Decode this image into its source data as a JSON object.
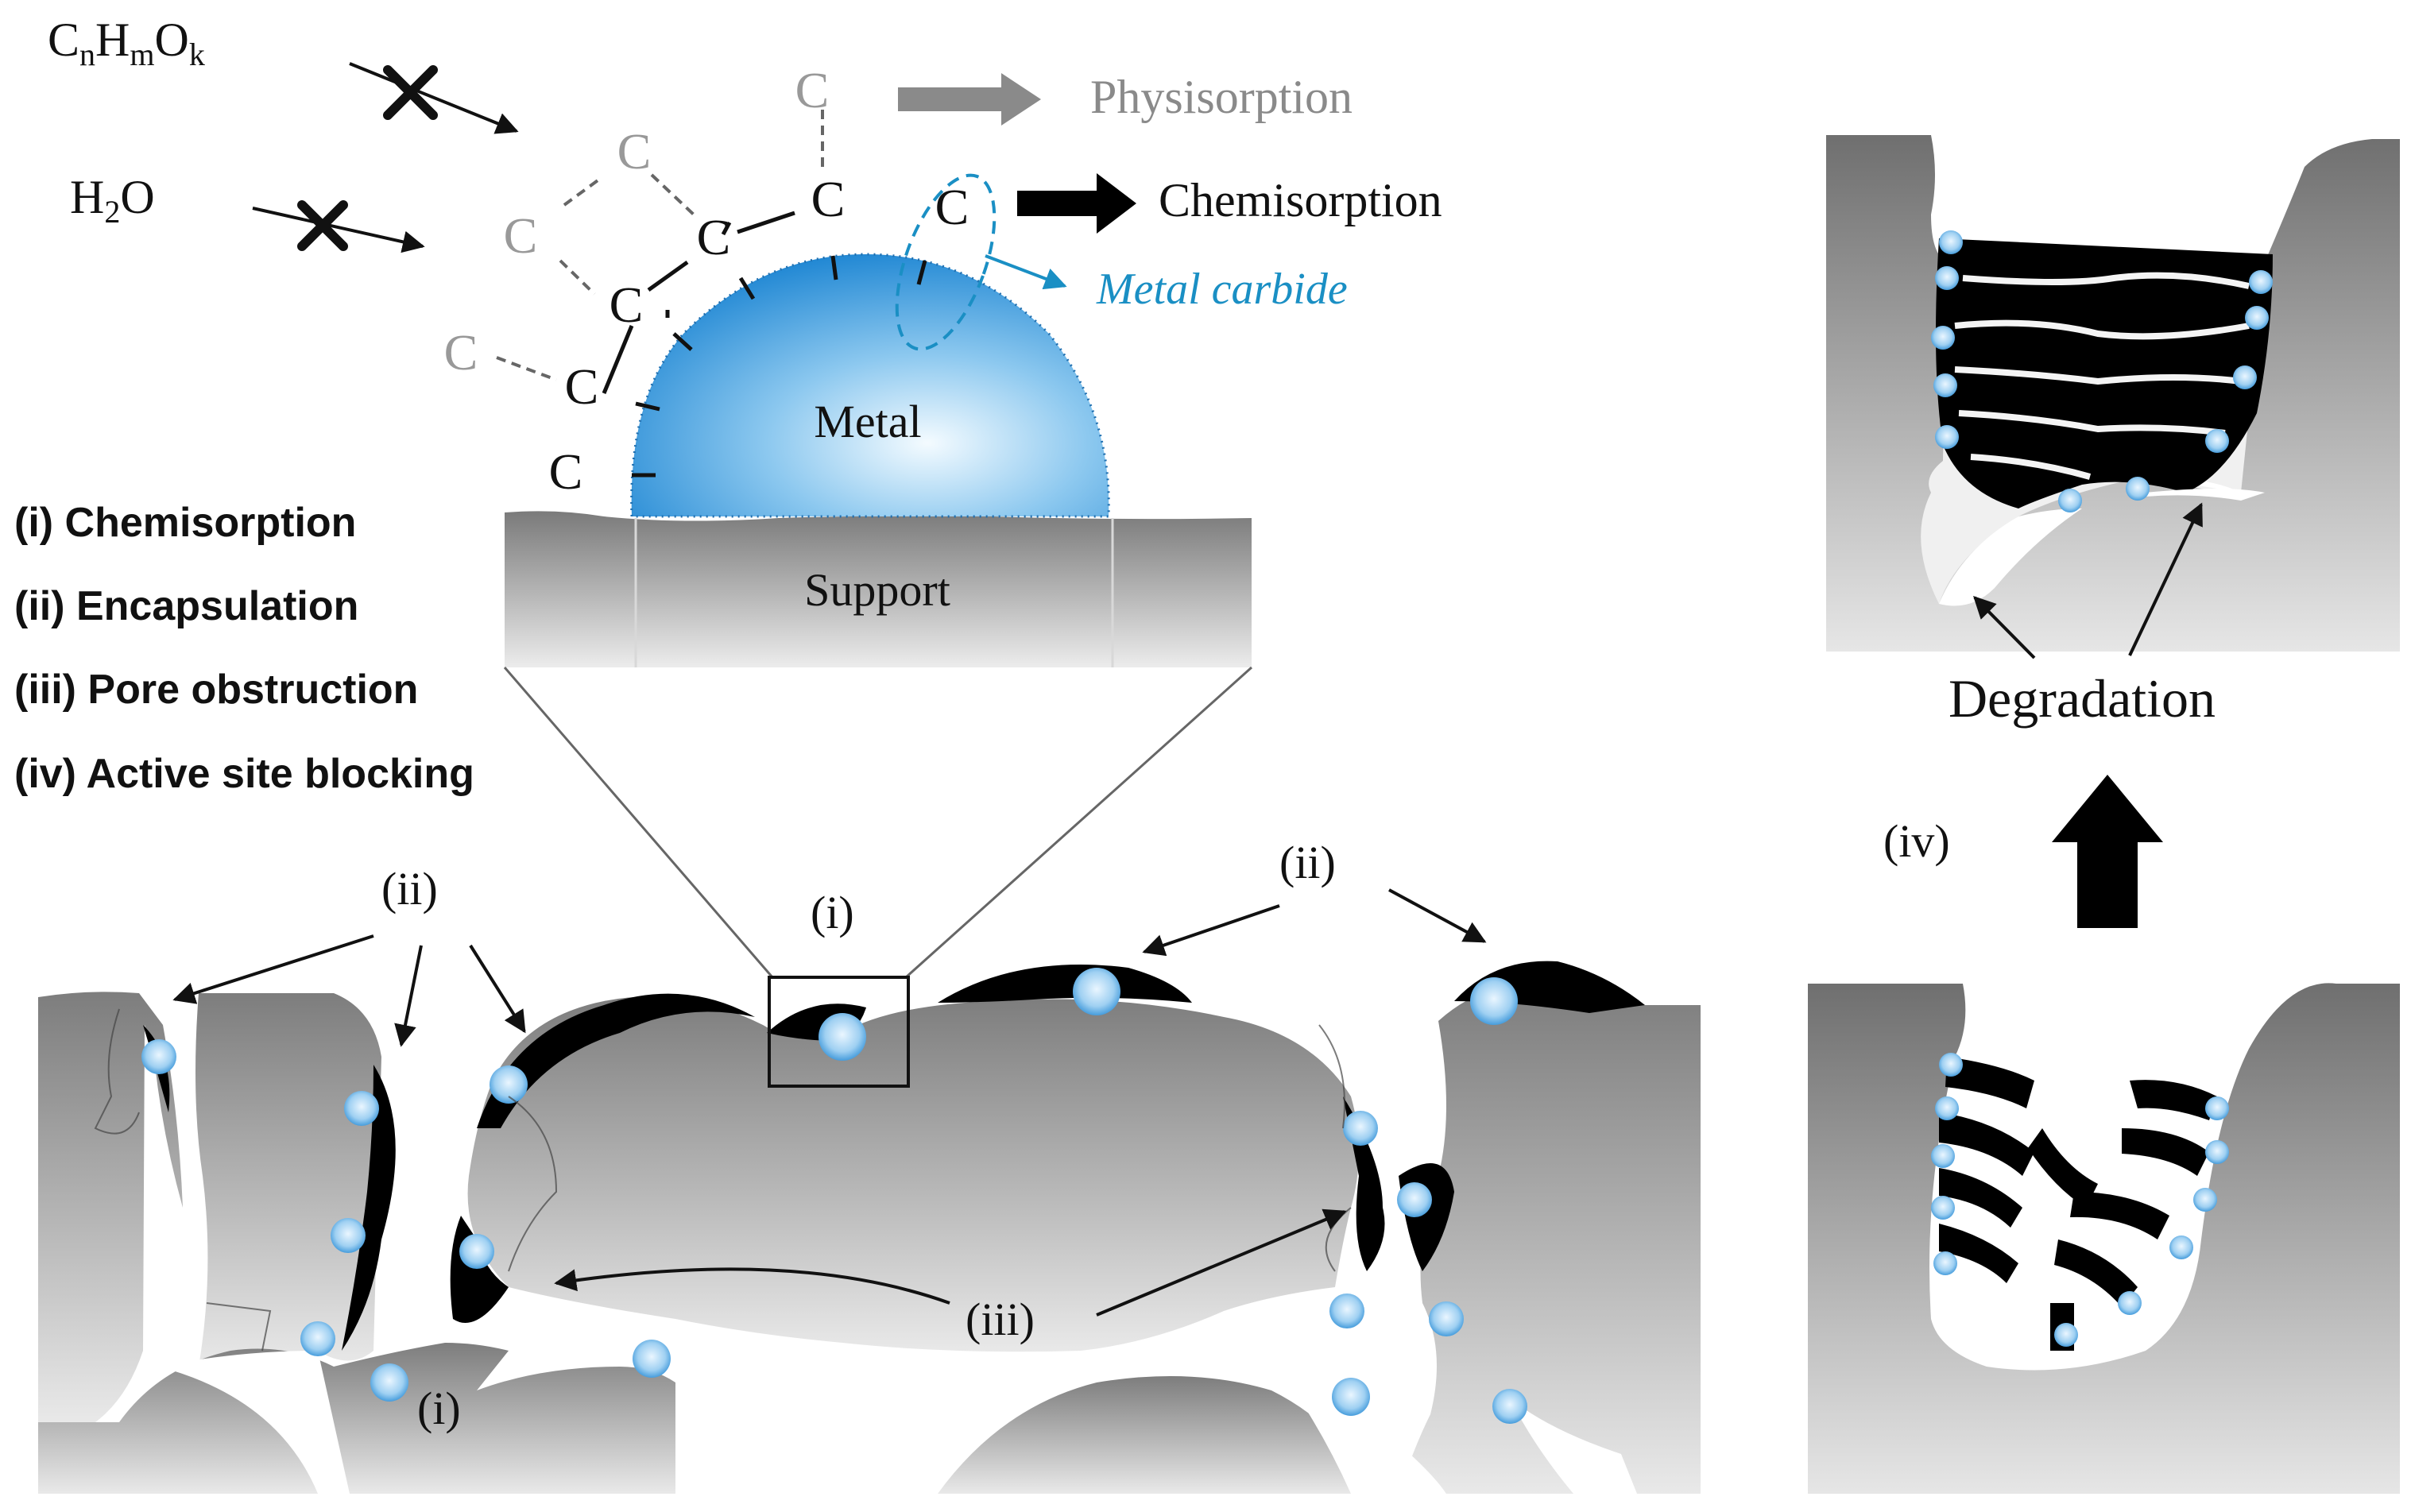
{
  "molecules": {
    "hydrocarbon": "CnHmOk",
    "water": "H2O"
  },
  "carbon": "C",
  "arrows": {
    "physisorption": "Physisorption",
    "chemisorption": "Chemisorption",
    "metal_carbide": "Metal carbide"
  },
  "zoom": {
    "metal": "Metal",
    "support": "Support"
  },
  "legend": [
    "(i) Chemisorption",
    "(ii) Encapsulation",
    "(iii) Pore obstruction",
    "(iv) Active site blocking"
  ],
  "markers": {
    "i": "(i)",
    "ii": "(ii)",
    "iii": "(iii)",
    "iv": "(iv)"
  },
  "degradation": "Degradation",
  "colors": {
    "metal_blue": "#2f8fd6",
    "carbide_blue": "#1a8fc4",
    "grey_text": "#8a8a8a",
    "coke": "#000000",
    "support_grey": "#8c8c8c"
  }
}
